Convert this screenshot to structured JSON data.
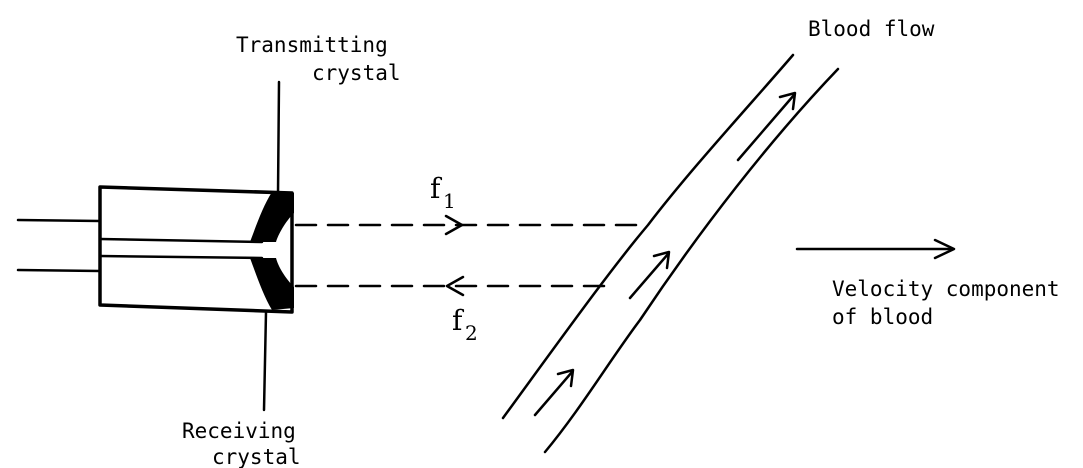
{
  "labels": {
    "transmitting_line1": "Transmitting",
    "transmitting_line2": "crystal",
    "receiving_line1": "Receiving",
    "receiving_line2": "crystal",
    "blood_flow": "Blood flow",
    "velocity_line1": "Velocity component",
    "velocity_line2": "of blood",
    "f1_symbol": "f",
    "f1_subscript": "1",
    "f2_symbol": "f",
    "f2_subscript": "2"
  },
  "colors": {
    "ink": "#000000",
    "background": "#ffffff"
  }
}
